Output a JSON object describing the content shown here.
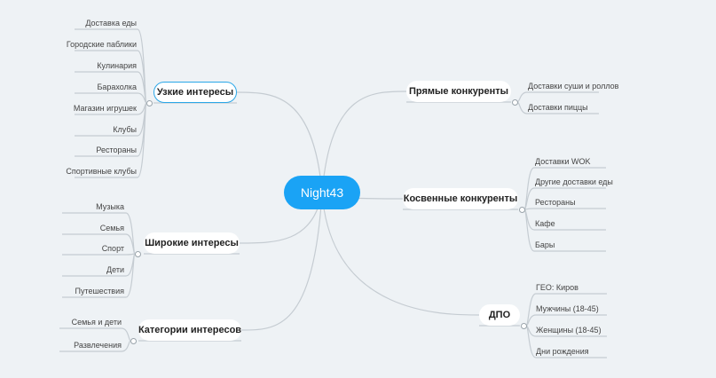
{
  "root": {
    "label": "Night43"
  },
  "branches": [
    {
      "id": "narrow",
      "label": "Узкие интересы",
      "side": "left",
      "selected": true,
      "children": [
        "Доставка еды",
        "Городские паблики",
        "Кулинария",
        "Барахолка",
        "Магазин игрушек",
        "Клубы",
        "Рестораны",
        "Спортивные клубы"
      ]
    },
    {
      "id": "wide",
      "label": "Широкие интересы",
      "side": "left",
      "selected": false,
      "children": [
        "Музыка",
        "Семья",
        "Спорт",
        "Дети",
        "Путешествия"
      ]
    },
    {
      "id": "categories",
      "label": "Категории интересов",
      "side": "left",
      "selected": false,
      "children": [
        "Семья и дети",
        "Развлечения"
      ]
    },
    {
      "id": "direct",
      "label": "Прямые конкуренты",
      "side": "right",
      "selected": false,
      "children": [
        "Доставки суши и роллов",
        "Доставки пиццы"
      ]
    },
    {
      "id": "indirect",
      "label": "Косвенные конкуренты",
      "side": "right",
      "selected": false,
      "children": [
        "Доставки WOK",
        "Другие доставки еды",
        "Рестораны",
        "Кафе",
        "Бары"
      ]
    },
    {
      "id": "dpo",
      "label": "ДПО",
      "side": "right",
      "selected": false,
      "children": [
        "ГЕО: Киров",
        "Мужчины (18-45)",
        "Женщины (18-45)",
        "Дни рождения"
      ]
    }
  ],
  "colors": {
    "background": "#eef2f5",
    "root": "#1aa3f5",
    "line": "#c5ccd2",
    "selected_border": "#2aa7e8"
  }
}
